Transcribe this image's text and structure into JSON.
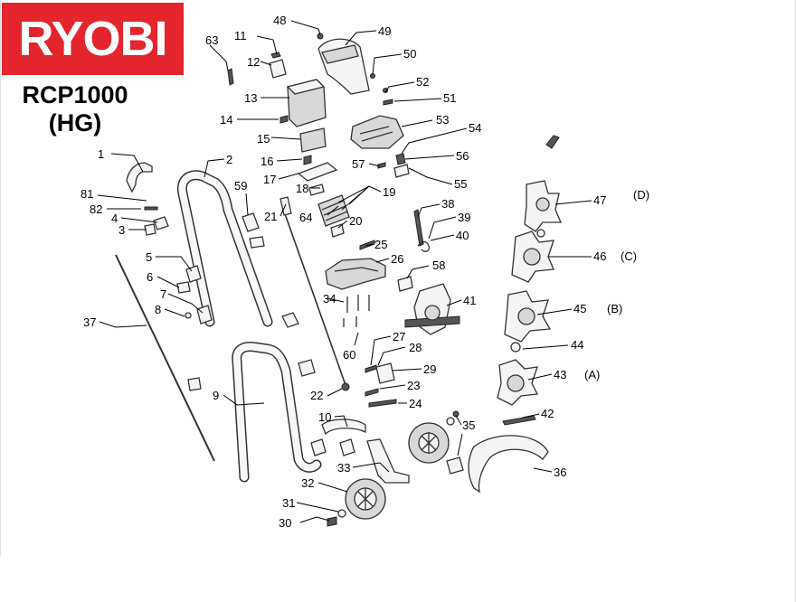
{
  "brand": "RYOBI",
  "model_line1": "RCP1000",
  "model_line2": "(HG)",
  "tine_variants": [
    "(A)",
    "(B)",
    "(C)",
    "(D)"
  ],
  "callouts": [
    "1",
    "2",
    "3",
    "4",
    "5",
    "6",
    "7",
    "8",
    "9",
    "10",
    "11",
    "12",
    "13",
    "14",
    "15",
    "16",
    "17",
    "18",
    "19",
    "20",
    "21",
    "22",
    "23",
    "24",
    "25",
    "26",
    "27",
    "28",
    "29",
    "30",
    "31",
    "32",
    "33",
    "34",
    "35",
    "36",
    "37",
    "38",
    "39",
    "40",
    "41",
    "42",
    "43",
    "44",
    "45",
    "46",
    "47",
    "48",
    "49",
    "50",
    "51",
    "52",
    "53",
    "54",
    "55",
    "56",
    "57",
    "58",
    "59",
    "60",
    "63",
    "64",
    "81",
    "82"
  ]
}
